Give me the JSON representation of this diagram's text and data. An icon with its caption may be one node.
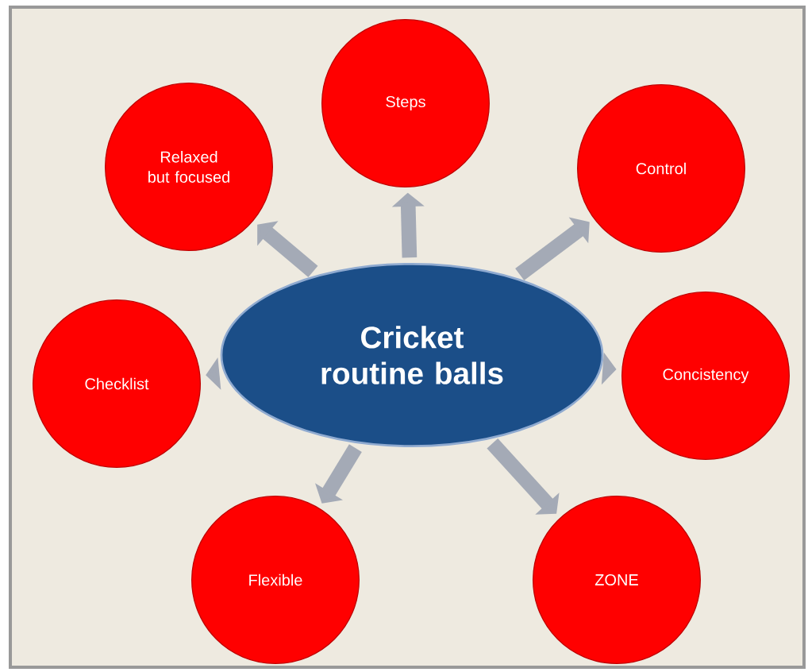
{
  "diagram": {
    "nodes": [
      {
        "text": [
          "Cricket routine balls"
        ]
      },
      {
        "text": [
          "Relaxed but focused"
        ]
      },
      {
        "text": [
          "Steps"
        ]
      },
      {
        "text": [
          "Control"
        ]
      },
      {
        "text": [
          "Checklist"
        ]
      },
      {
        "text": [
          "Concistency"
        ]
      },
      {
        "text": [
          "Flexible"
        ]
      },
      {
        "text": [
          "ZONE"
        ]
      }
    ],
    "edges": [
      {
        "from": 0,
        "to": 1,
        "arrow": "to"
      },
      {
        "from": 0,
        "to": 2,
        "arrow": "to"
      },
      {
        "from": 0,
        "to": 3,
        "arrow": "to"
      },
      {
        "from": 0,
        "to": 4,
        "arrow": "to"
      },
      {
        "from": 0,
        "to": 5,
        "arrow": "to"
      },
      {
        "from": 0,
        "to": 6,
        "arrow": "to"
      },
      {
        "from": 0,
        "to": 7,
        "arrow": "to"
      }
    ]
  }
}
